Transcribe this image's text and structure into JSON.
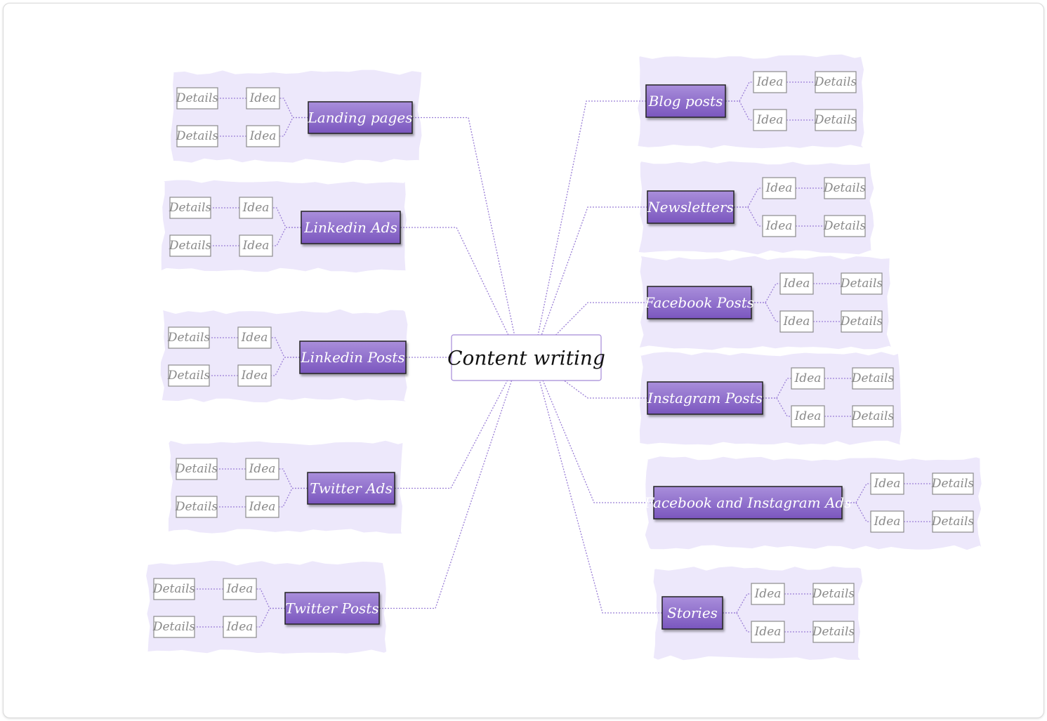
{
  "central_topic": "Content writing",
  "idea_label": "Idea",
  "details_label": "Details",
  "branches": [
    {
      "label": "Landing pages",
      "side": "left"
    },
    {
      "label": "Linkedin Ads",
      "side": "left"
    },
    {
      "label": "Linkedin Posts",
      "side": "left"
    },
    {
      "label": "Twitter Ads",
      "side": "left"
    },
    {
      "label": "Twitter Posts",
      "side": "left"
    },
    {
      "label": "Blog posts",
      "side": "right"
    },
    {
      "label": "Newsletters",
      "side": "right"
    },
    {
      "label": "Facebook Posts",
      "side": "right"
    },
    {
      "label": "Instagram Posts",
      "side": "right"
    },
    {
      "label": "Facebook and Instagram Ads",
      "side": "right"
    },
    {
      "label": "Stories",
      "side": "right"
    }
  ],
  "colors": {
    "accent": "#8a66c9",
    "accent_light": "#a58ad8",
    "region_fill": "#ede8fb",
    "connector": "#9b7fd6",
    "leaf_border": "#8c8c8c",
    "leaf_text": "#8a8a8a"
  }
}
